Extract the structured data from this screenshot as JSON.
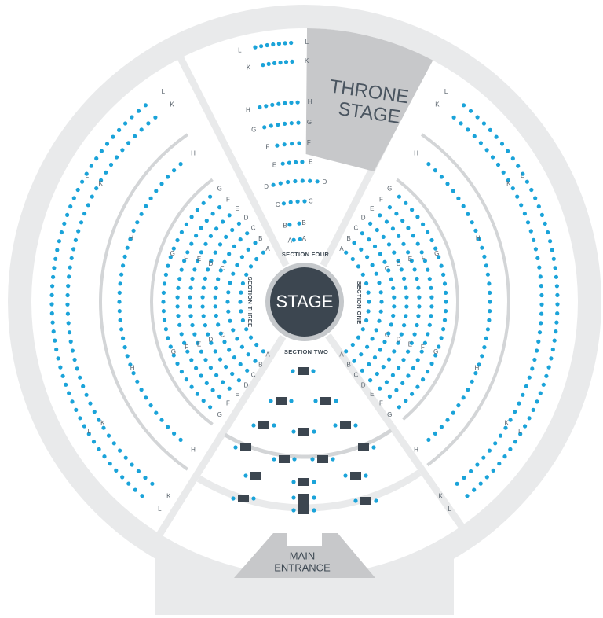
{
  "venue": {
    "stage_label": "STAGE",
    "throne_stage_lines": [
      "THRONE",
      "STAGE"
    ],
    "entrance_lines": [
      "MAIN",
      "ENTRANCE"
    ]
  },
  "colors": {
    "venue_fill": "#e9eaeb",
    "floor_fill": "#ffffff",
    "divider": "#d3d5d7",
    "seat": "#1aa3d9",
    "stage": "#3c4650",
    "stage_ring": "#c5c8cb",
    "throne": "#c7c8ca",
    "throne_text": "#4a5560",
    "table": "#3c4650",
    "entrance": "#c7c8ca"
  },
  "sections": [
    {
      "name": "SECTION ONE",
      "rows": [
        "A",
        "B",
        "C",
        "D",
        "E",
        "F",
        "G",
        "H",
        "K",
        "L"
      ]
    },
    {
      "name": "SECTION TWO",
      "rows": []
    },
    {
      "name": "SECTION THREE",
      "rows": [
        "A",
        "B",
        "C",
        "D",
        "E",
        "F",
        "G",
        "H",
        "K",
        "L"
      ]
    },
    {
      "name": "SECTION FOUR",
      "rows": [
        "A",
        "B",
        "C",
        "D",
        "E",
        "F",
        "G",
        "H",
        "K",
        "L"
      ]
    }
  ],
  "icons": [
    "seat-icon",
    "table-icon"
  ]
}
